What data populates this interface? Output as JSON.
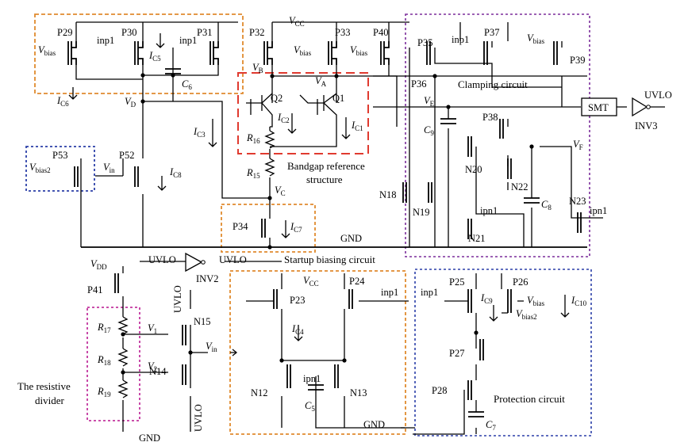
{
  "blocks": {
    "clamping": {
      "label": "Clamping circuit",
      "color": "#7b2d9b"
    },
    "bandgap": {
      "label_line1": "Bandgap reference",
      "label_line2": "structure",
      "color": "#e03a2f"
    },
    "startup": {
      "label": "Startup biasing circuit",
      "color": "#e08a2e"
    },
    "protection": {
      "label": "Protection circuit",
      "color": "#2b3fa8"
    },
    "divider": {
      "label_line1": "The resistive",
      "label_line2": "divider",
      "color": "#c2359e"
    },
    "bias_top": {
      "color": "#e08a2e"
    },
    "bias_left": {
      "color": "#2b3fa8"
    },
    "bias_bottom": {
      "color": "#e08a2e"
    }
  },
  "transistors": {
    "p29": "P29",
    "p30": "P30",
    "p31": "P31",
    "p32": "P32",
    "p33": "P33",
    "p40": "P40",
    "p35": "P35",
    "p36": "P36",
    "p37": "P37",
    "p39": "P39",
    "p38": "P38",
    "p53": "P53",
    "p52": "P52",
    "p34": "P34",
    "p41": "P41",
    "p23": "P23",
    "p24": "P24",
    "p25": "P25",
    "p26": "P26",
    "p27": "P27",
    "p28": "P28",
    "q1": "Q1",
    "q2": "Q2",
    "n18": "N18",
    "n19": "N19",
    "n20": "N20",
    "n22": "N22",
    "n21": "N21",
    "n23": "N23",
    "n15": "N15",
    "n14": "N14",
    "n12": "N12",
    "n13": "N13"
  },
  "passives": {
    "c6": "C",
    "c6_sub": "6",
    "c9": "C",
    "c9_sub": "9",
    "c8": "C",
    "c8_sub": "8",
    "c5": "C",
    "c5_sub": "5",
    "c7": "C",
    "c7_sub": "7",
    "r16": "R",
    "r16_sub": "16",
    "r15": "R",
    "r15_sub": "15",
    "r17": "R",
    "r17_sub": "17",
    "r18": "R",
    "r18_sub": "18",
    "r19": "R",
    "r19_sub": "19"
  },
  "currents": {
    "ic5": "I",
    "ic5_sub": "C5",
    "ic6": "I",
    "ic6_sub": "C6",
    "ic2": "I",
    "ic2_sub": "C2",
    "ic1": "I",
    "ic1_sub": "C1",
    "ic3": "I",
    "ic3_sub": "C3",
    "ic8": "I",
    "ic8_sub": "C8",
    "ic7": "I",
    "ic7_sub": "C7",
    "ic4": "I",
    "ic4_sub": "C4",
    "ic9": "I",
    "ic9_sub": "C9",
    "ic10": "I",
    "ic10_sub": "C10"
  },
  "nets": {
    "vbias": "V",
    "vbias_sub": "bias",
    "vbias2": "V",
    "vbias2_sub": "bias2",
    "vcc": "V",
    "vcc_sub": "CC",
    "vb": "V",
    "vb_sub": "B",
    "va": "V",
    "va_sub": "A",
    "vd": "V",
    "vd_sub": "D",
    "vc": "V",
    "vc_sub": "C",
    "ve": "V",
    "ve_sub": "E",
    "vf": "V",
    "vf_sub": "F",
    "vin": "V",
    "vin_sub": "in",
    "vdd": "V",
    "vdd_sub": "DD",
    "v1": "V",
    "v1_sub": "1",
    "v2": "V",
    "v2_sub": "2",
    "inp1": "inp1",
    "ipn1": "ipn1",
    "gnd": "GND",
    "uvlo": "UVLO"
  },
  "gates": {
    "smt": "SMT",
    "inv3": "INV3",
    "inv2": "INV2"
  }
}
